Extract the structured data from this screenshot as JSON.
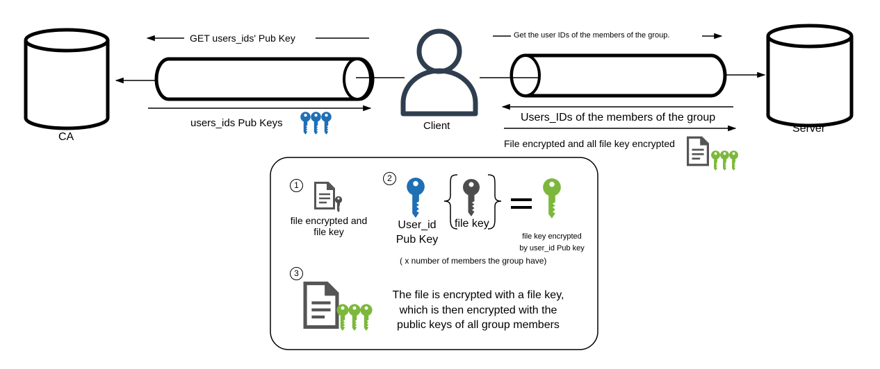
{
  "nodes": {
    "ca": "CA",
    "server": "Server",
    "client": "Client"
  },
  "flows": {
    "get_pub_key": "GET users_ids' Pub Key",
    "pub_keys": "users_ids Pub Keys",
    "get_user_ids": "Get the user IDs of the members of the group.",
    "user_ids_members": "Users_IDs of the members of the group",
    "file_encrypted": "File encrypted and  all file key encrypted"
  },
  "legend": {
    "step1_num": "1",
    "step2_num": "2",
    "step3_num": "3",
    "step1_text_line1": "file encrypted and",
    "step1_text_line2": "file key",
    "user_id_line1": "User_id",
    "user_id_line2": "Pub Key",
    "file_key": "file key",
    "equals": "=",
    "result_line1": "file key encrypted",
    "result_line2": "by user_id Pub key",
    "multiplier": "( x number of members the group have)",
    "summary_line1": "The file is encrypted with a file key,",
    "summary_line2": "which is then encrypted with the",
    "summary_line3": "public keys of all group members"
  },
  "colors": {
    "blue_key": "#1f6fb5",
    "green_key": "#7cb83b",
    "dark_key": "#4d4d4d",
    "doc_gray": "#555555",
    "stroke": "#000000",
    "client_icon": "#2f3e4f"
  }
}
